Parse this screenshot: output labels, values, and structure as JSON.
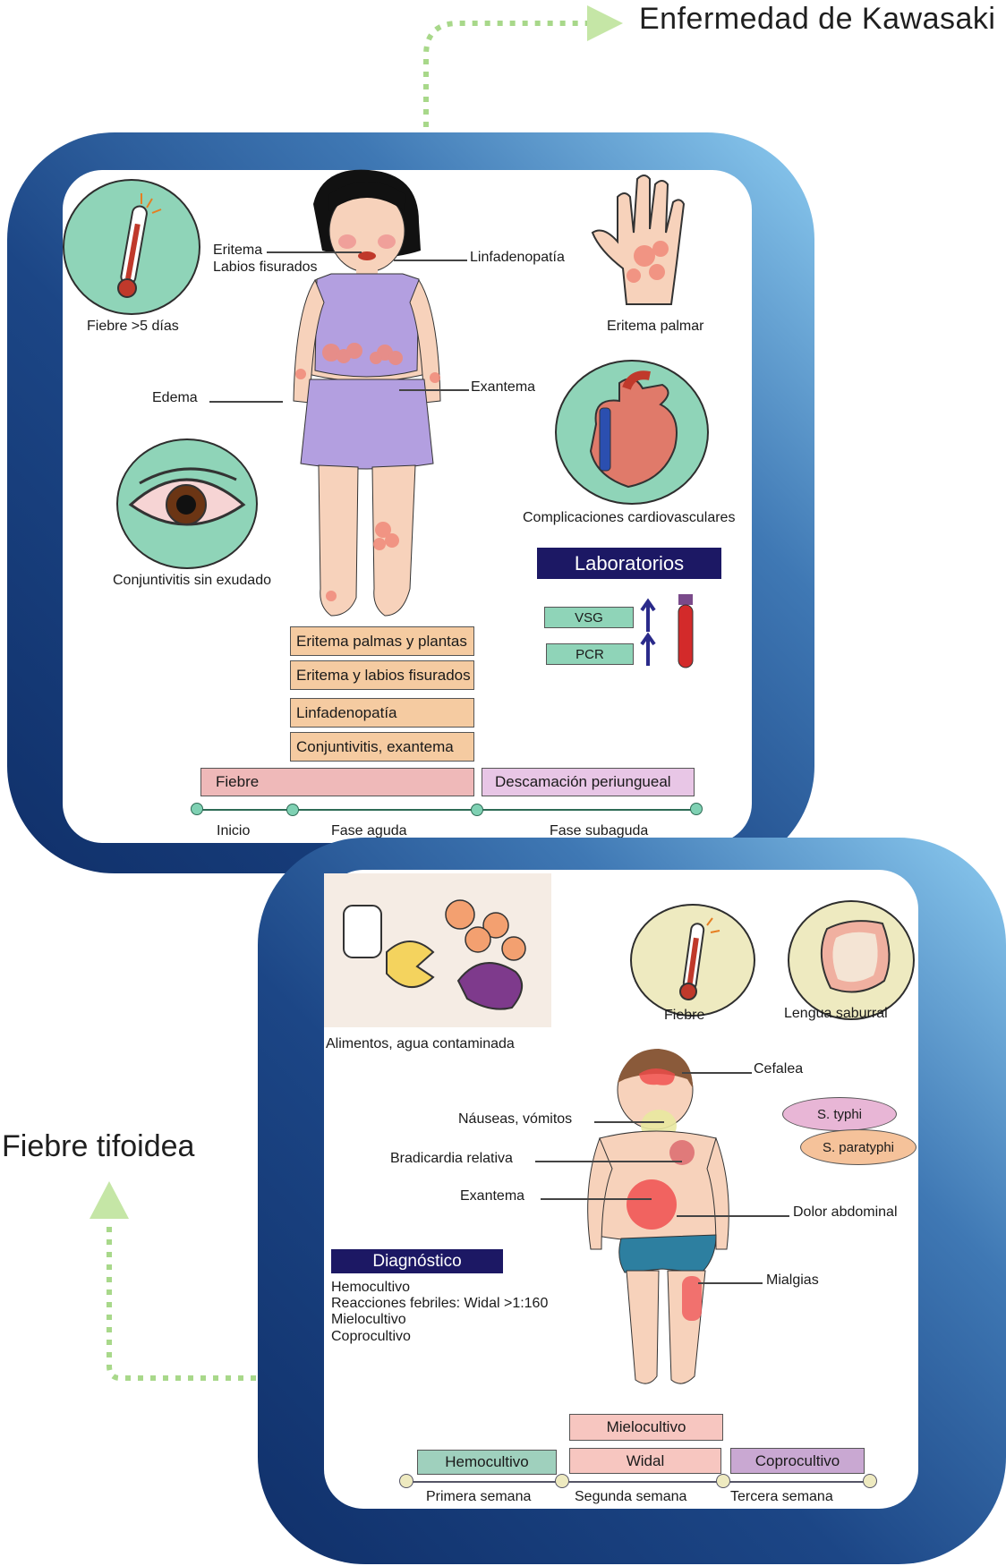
{
  "kawasaki": {
    "title": "Enfermedad de Kawasaki",
    "fever_label": "Fiebre >5 días",
    "erythema_lips": "Eritema\nLabios fisurados",
    "lymph": "Linfadenopatía",
    "palm": "Eritema palmar",
    "edema": "Edema",
    "exanthem": "Exantema",
    "conjunct": "Conjuntivitis sin exudado",
    "cardio": "Complicaciones cardiovasculares",
    "labs": {
      "title": "Laboratorios",
      "items": [
        "VSG",
        "PCR"
      ]
    },
    "stack": [
      "Eritema palmas y plantas",
      "Eritema y labios fisurados",
      "Linfadenopatía",
      "Conjuntivitis, exantema"
    ],
    "fiebre_bar": "Fiebre",
    "desc_bar": "Descamación periungueal",
    "timeline": [
      "Inicio",
      "Fase aguda",
      "Fase subaguda"
    ]
  },
  "tifoidea": {
    "title": "Fiebre tifoidea",
    "food": "Alimentos, agua contaminada",
    "fever": "Fiebre",
    "tongue": "Lengua saburral",
    "headache": "Cefalea",
    "nausea": "Náuseas, vómitos",
    "brady": "Bradicardia relativa",
    "exanthem": "Exantema",
    "abdominal": "Dolor abdominal",
    "myalgia": "Mialgias",
    "s_typhi": "S. typhi",
    "s_paratyphi": "S. paratyphi",
    "diagnosis": {
      "title": "Diagnóstico",
      "items": [
        "Hemocultivo",
        "Reacciones febriles: Widal >1:160",
        "Mielocultivo",
        "Coprocultivo"
      ]
    },
    "tests": {
      "mielo": "Mielocultivo",
      "hemo": "Hemocultivo",
      "widal": "Widal",
      "copro": "Coprocultivo"
    },
    "weeks": [
      "Primera semana",
      "Segunda semana",
      "Tercera semana"
    ]
  },
  "colors": {
    "frame_dark": "#10306a",
    "frame_light": "#8ccbf0",
    "mint": "#8fd4b8",
    "peach": "#f5cba1",
    "pink": "#efb9b9",
    "lilac": "#e8c6e6",
    "navy": "#1c1864",
    "teal": "#9fd0bd"
  }
}
